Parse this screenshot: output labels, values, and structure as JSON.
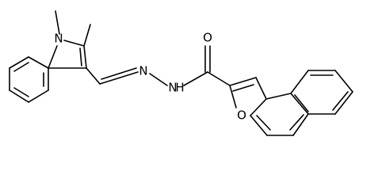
{
  "molecule": {
    "atoms": {
      "indole_n": "N",
      "hydrazone_n1": "N",
      "hydrazone_n2": "N",
      "amide_nh": "H",
      "carbonyl_o": "O",
      "furan_o": "O"
    }
  }
}
